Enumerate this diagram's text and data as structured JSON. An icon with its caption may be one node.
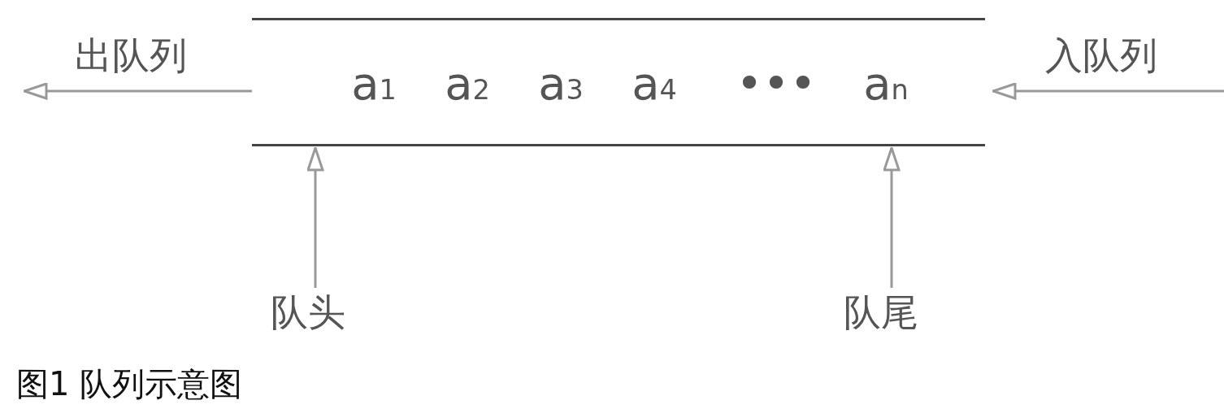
{
  "diagram": {
    "caption": "图1 队列示意图",
    "nodes": [
      {
        "text": [
          "a$_{1}$",
          "a$_{2}$",
          "a$_{3}$",
          "a$_{4}$",
          "•••",
          "a$_{n}$"
        ]
      },
      {
        "text": [
          "队头"
        ]
      },
      {
        "text": [
          "队尾"
        ]
      }
    ],
    "edges": [
      {
        "from": 0,
        "to": null,
        "arrow": "to",
        "label": "出队列"
      },
      {
        "from": null,
        "to": 0,
        "arrow": "to",
        "label": "入队列"
      },
      {
        "from": 1,
        "to": 0,
        "arrow": "to"
      },
      {
        "from": 2,
        "to": 0,
        "arrow": "to"
      }
    ]
  }
}
